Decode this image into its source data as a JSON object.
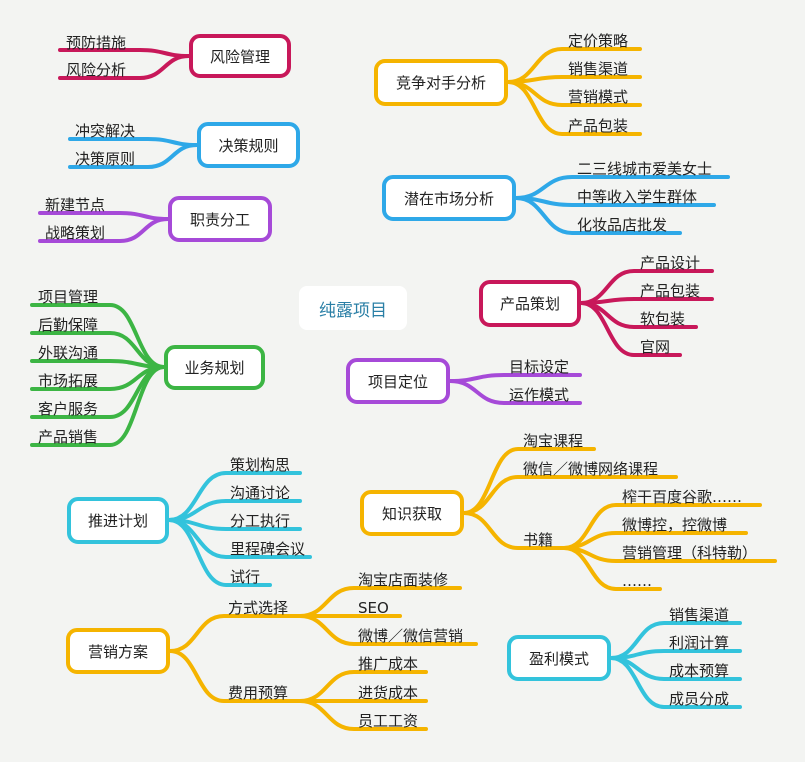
{
  "center": {
    "label": "纯露项目"
  },
  "colors": {
    "crimson": "#c8185a",
    "orange": "#f5b400",
    "blue": "#2ea8e8",
    "purple": "#a64ad8",
    "green": "#3cb544",
    "cyan": "#33c3dc"
  },
  "branches": {
    "risk": {
      "label": "风险管理",
      "children": [
        "预防措施",
        "风险分析"
      ]
    },
    "decision": {
      "label": "决策规则",
      "children": [
        "冲突解决",
        "决策原则"
      ]
    },
    "duty": {
      "label": "职责分工",
      "children": [
        "新建节点",
        "战略策划"
      ]
    },
    "business": {
      "label": "业务规划",
      "children": [
        "项目管理",
        "后勤保障",
        "外联沟通",
        "市场拓展",
        "客户服务",
        "产品销售"
      ]
    },
    "progress": {
      "label": "推进计划",
      "children": [
        "策划构思",
        "沟通讨论",
        "分工执行",
        "里程碑会议",
        "试行"
      ]
    },
    "marketing": {
      "label": "营销方案",
      "sub1": {
        "label": "方式选择",
        "children": [
          "淘宝店面装修",
          "SEO",
          "微博／微信营销"
        ]
      },
      "sub2": {
        "label": "费用预算",
        "children": [
          "推广成本",
          "进货成本",
          "员工工资"
        ]
      }
    },
    "competitor": {
      "label": "竞争对手分析",
      "children": [
        "定价策略",
        "销售渠道",
        "营销模式",
        "产品包装"
      ]
    },
    "market": {
      "label": "潜在市场分析",
      "children": [
        "二三线城市爱美女士",
        "中等收入学生群体",
        "化妆品店批发"
      ]
    },
    "product": {
      "label": "产品策划",
      "children": [
        "产品设计",
        "产品包装",
        "软包装",
        "官网"
      ]
    },
    "position": {
      "label": "项目定位",
      "children": [
        "目标设定",
        "运作模式"
      ]
    },
    "knowledge": {
      "label": "知识获取",
      "children": [
        "淘宝课程",
        "微信／微博网络课程"
      ],
      "books": {
        "label": "书籍",
        "children": [
          "榨干百度谷歌……",
          "微博控，控微博",
          "营销管理（科特勒）",
          "……"
        ]
      }
    },
    "profit": {
      "label": "盈利模式",
      "children": [
        "销售渠道",
        "利润计算",
        "成本预算",
        "成员分成"
      ]
    }
  }
}
